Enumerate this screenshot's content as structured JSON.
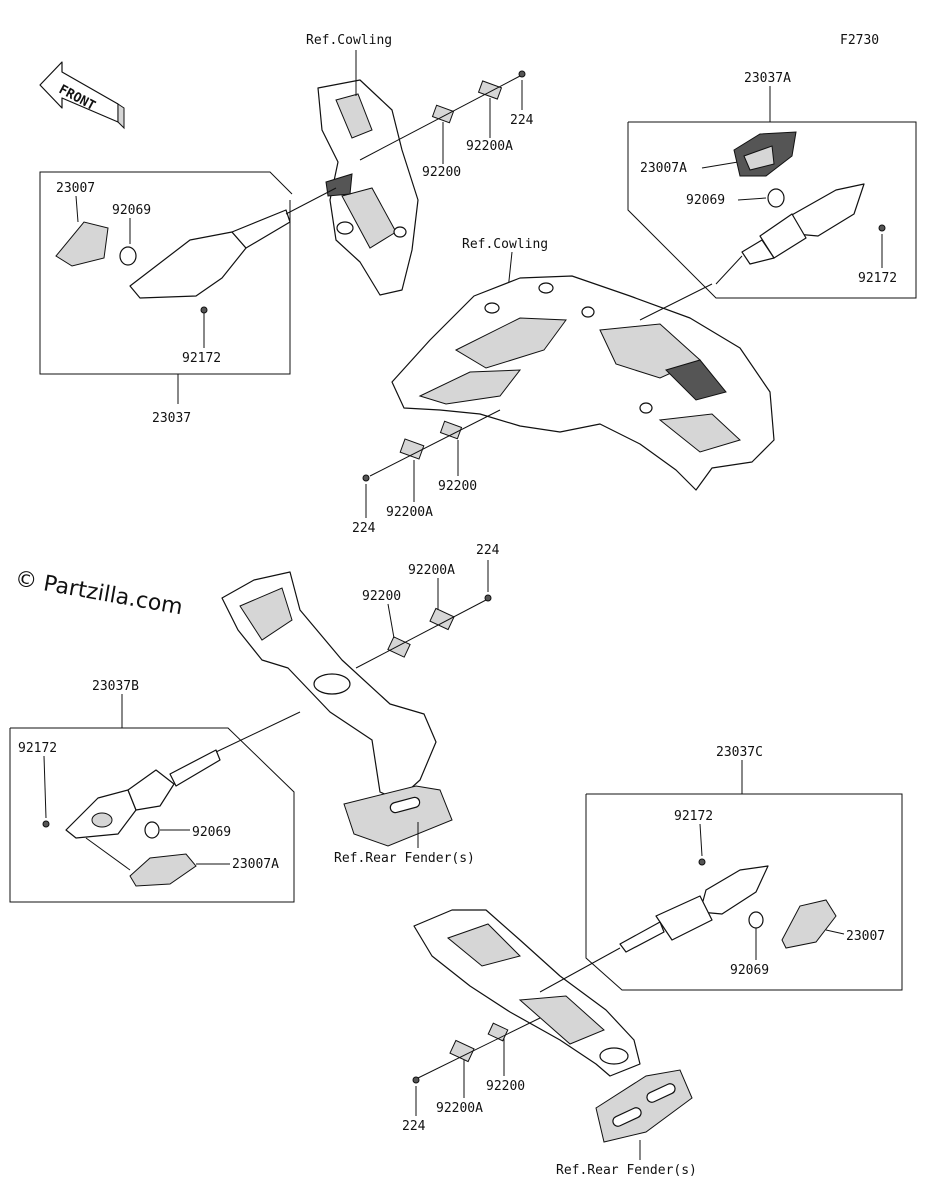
{
  "figure_id": "F2730",
  "watermark": "© Partzilla.com",
  "front_arrow": {
    "label": "FRONT",
    "icon": "front-direction-arrow-icon"
  },
  "labels": {
    "ref_cowling_top": "Ref.Cowling",
    "ref_cowling_mid": "Ref.Cowling",
    "ref_rear_fender_left": "Ref.Rear Fender(s)",
    "ref_rear_fender_bottom": "Ref.Rear Fender(s)",
    "p224_a": "224",
    "p92200a_a": "92200A",
    "p92200_a": "92200",
    "g23037": "23037",
    "p23007_a": "23007",
    "p92069_a": "92069",
    "p92172_a": "92172",
    "g23037a": "23037A",
    "p23007a_a": "23007A",
    "p92069_b": "92069",
    "p92172_b": "92172",
    "p92200_b": "92200",
    "p92200a_b": "92200A",
    "p224_b": "224",
    "p224_c": "224",
    "p92200a_c": "92200A",
    "p92200_c": "92200",
    "g23037b": "23037B",
    "p92172_c": "92172",
    "p92069_c": "92069",
    "p23007a_b": "23007A",
    "g23037c": "23037C",
    "p92172_d": "92172",
    "p23007_b": "23007",
    "p92069_d": "92069",
    "p92200_d": "92200",
    "p92200a_d": "92200A",
    "p224_d": "224"
  }
}
